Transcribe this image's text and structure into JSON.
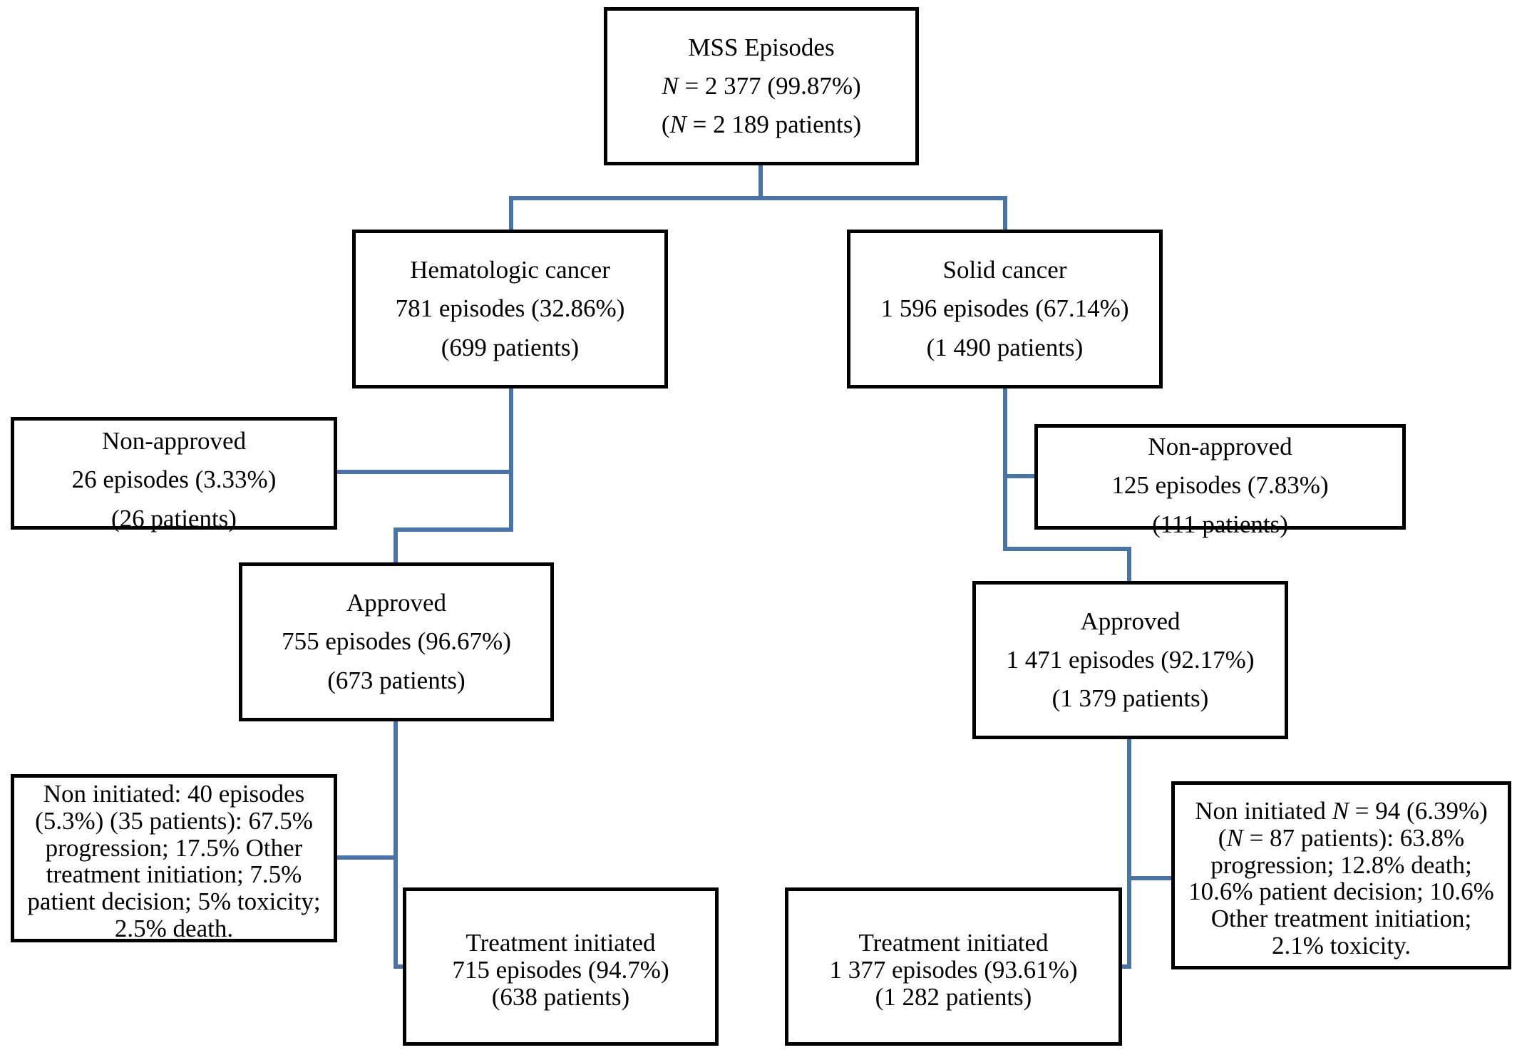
{
  "colors": {
    "connector": "#4a74a8",
    "border": "#000000",
    "background": "#ffffff"
  },
  "boxes": {
    "mss": {
      "title": "MSS Episodes",
      "n_var": "N",
      "n_text": " = 2 377 (99.87%)",
      "patients_open": "(",
      "patients_var": "N",
      "patients_text": " = 2 189 patients)"
    },
    "hematologic": {
      "title": "Hematologic cancer",
      "episodes": "781 episodes (32.86%)",
      "patients": "(699 patients)"
    },
    "solid": {
      "title": "Solid cancer",
      "episodes": "1 596 episodes (67.14%)",
      "patients": "(1 490 patients)"
    },
    "hem_non_approved": {
      "title": "Non-approved",
      "episodes": "26 episodes (3.33%)",
      "patients": "(26 patients)"
    },
    "solid_non_approved": {
      "title": "Non-approved",
      "episodes": "125 episodes (7.83%)",
      "patients": "(111 patients)"
    },
    "hem_approved": {
      "title": "Approved",
      "episodes": "755 episodes (96.67%)",
      "patients": "(673 patients)"
    },
    "solid_approved": {
      "title": "Approved",
      "episodes": "1 471 episodes (92.17%)",
      "patients": "(1 379 patients)"
    },
    "hem_non_initiated": {
      "lines": [
        "Non initiated: 40 episodes",
        "(5.3%) (35 patients): 67.5%",
        "progression; 17.5% Other",
        "treatment initiation; 7.5%",
        "patient decision; 5% toxicity;",
        "2.5% death."
      ]
    },
    "solid_non_initiated": {
      "l1_text": "Non initiated ",
      "l1_var": "N",
      "l1_rest": " = 94 (6.39%)",
      "l2_open": "(",
      "l2_var": "N",
      "l2_rest": " = 87 patients): 63.8%",
      "lines": [
        "progression; 12.8% death;",
        "10.6% patient decision; 10.6%",
        "Other treatment initiation;",
        "2.1% toxicity."
      ]
    },
    "hem_initiated": {
      "title": "Treatment initiated",
      "episodes": "715 episodes (94.7%)",
      "patients": "(638 patients)"
    },
    "solid_initiated": {
      "title": "Treatment initiated",
      "episodes": "1 377 episodes (93.61%)",
      "patients": "(1 282 patients)"
    }
  }
}
